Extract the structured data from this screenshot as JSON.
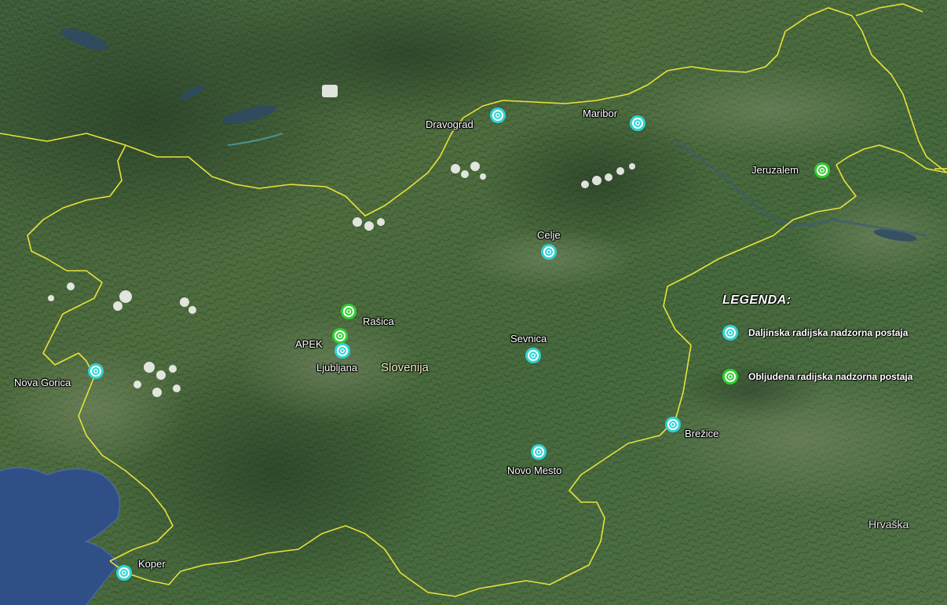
{
  "map": {
    "country_label": "Slovenija",
    "neighbor_label": "Hrvaška"
  },
  "colors": {
    "remote_station": "#2fd3d3",
    "manned_station": "#2ecf2e",
    "border": "#e8e13a",
    "sea": "#2f4f86"
  },
  "legend": {
    "title": "LEGENDA:",
    "items": [
      {
        "label": "Daljinska radijska nadzorna postaja",
        "icon": "cyan-target-icon"
      },
      {
        "label": "Obljudena radijska nadzorna postaja",
        "icon": "green-target-icon"
      }
    ]
  },
  "stations": [
    {
      "name": "Dravograd",
      "kind": "remote"
    },
    {
      "name": "Maribor",
      "kind": "remote"
    },
    {
      "name": "Jeruzalem",
      "kind": "manned"
    },
    {
      "name": "Celje",
      "kind": "remote"
    },
    {
      "name": "Rašica",
      "kind": "manned"
    },
    {
      "name": "APEK",
      "kind": "manned"
    },
    {
      "name": "Ljubljana",
      "kind": "remote"
    },
    {
      "name": "Sevnica",
      "kind": "remote"
    },
    {
      "name": "Nova Gorica",
      "kind": "remote"
    },
    {
      "name": "Brežice",
      "kind": "remote"
    },
    {
      "name": "Novo Mesto",
      "kind": "remote"
    },
    {
      "name": "Koper",
      "kind": "remote"
    }
  ]
}
